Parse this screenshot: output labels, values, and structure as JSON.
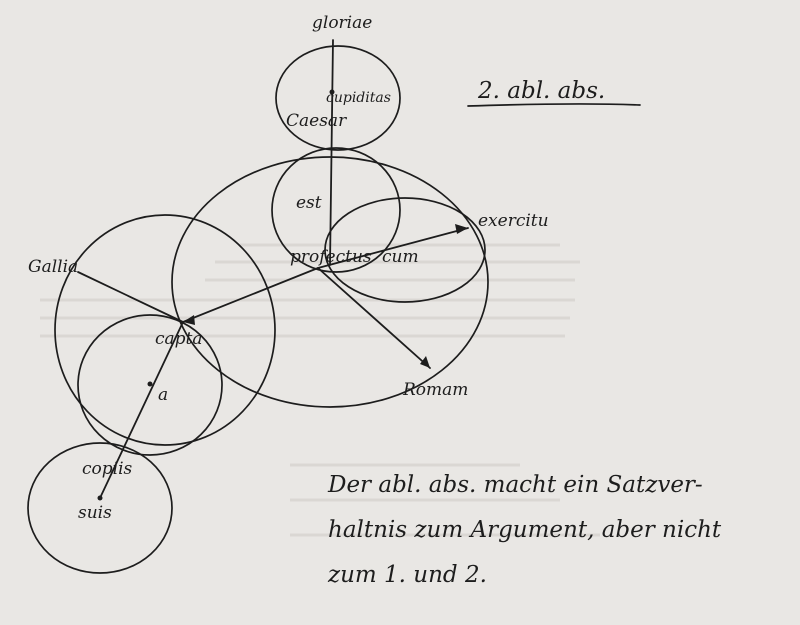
{
  "heading": "2. abl. abs.",
  "nodes": {
    "gloriae": "gloriae",
    "cupiditas": "cupiditas",
    "caesar": "Caesar",
    "est": "est",
    "profectus": "profectus",
    "cum": "cum",
    "exercitu": "exercitu",
    "gallia": "Gallia",
    "capta": "capta",
    "a": "a",
    "romam": "Romam",
    "copiis": "copiis",
    "suis": "suis"
  },
  "note": {
    "line1": "Der abl. abs. macht ein Satzver-",
    "line2": "haltnis zum Argument, aber nicht",
    "line3": "zum 1. und 2."
  }
}
